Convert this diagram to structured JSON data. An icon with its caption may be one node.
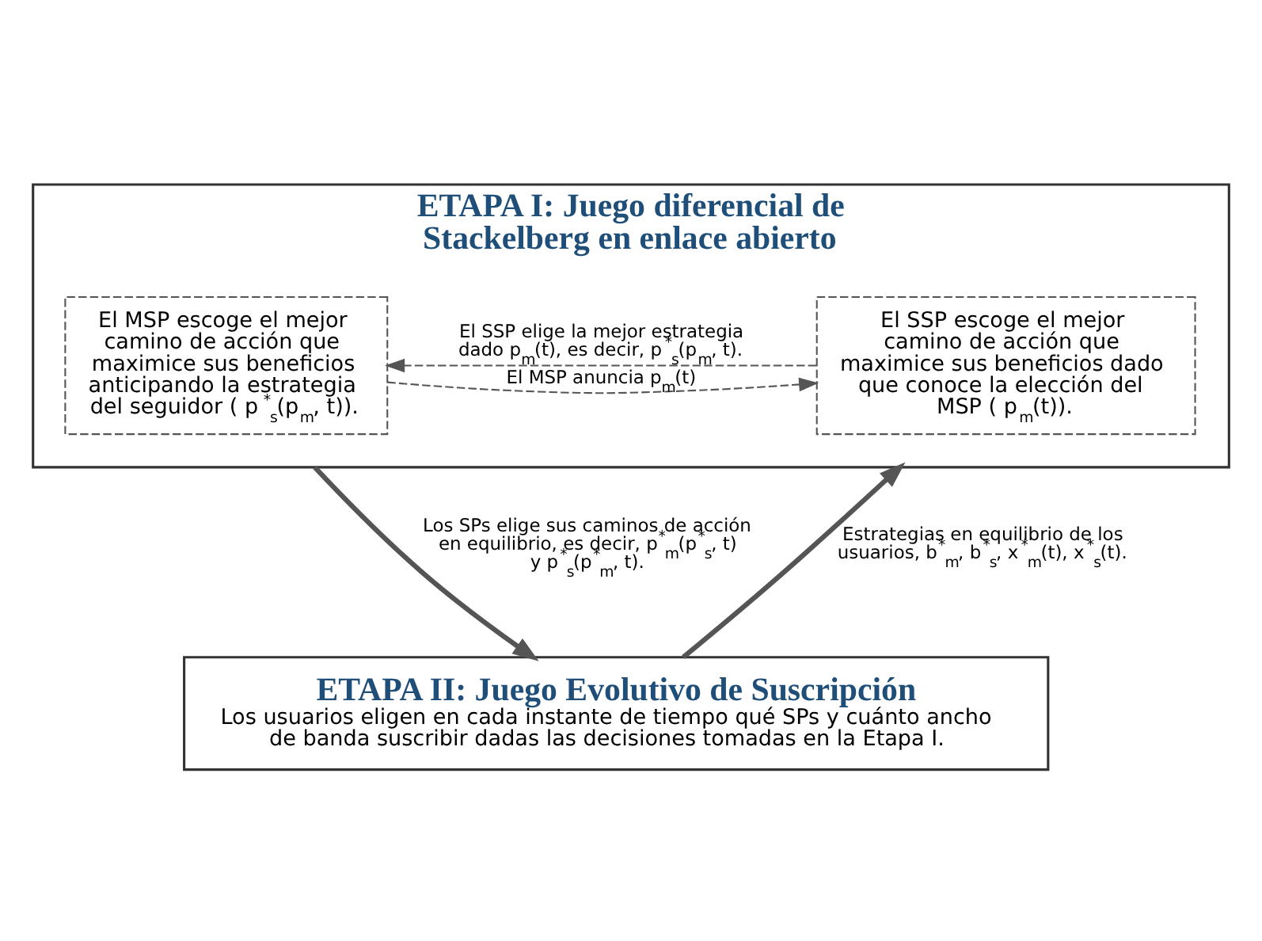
{
  "diagram": {
    "nodes": [
      {
        "text": [
          "ETAPA I: Juego diferencial de Stackelberg en enlace abierto"
        ]
      },
      {
        "text": [
          "El MSP escoge el mejor camino de acción que maximice sus beneficios anticipando la estrategia del seguidor ( p$^{*}$$_{s}$(p$_{m}$, t))."
        ],
        "in": 0
      },
      {
        "text": [
          "El SSP escoge el mejor camino de acción que maximice sus beneficios dado que conoce la elección del MSP ( p$_{m}$(t))."
        ],
        "in": 0
      },
      {
        "text": [
          "ETAPA II: Juego Evolutivo de Suscripción",
          "Los usuarios eligen en cada instante de tiempo qué SPs y cuánto ancho de banda suscribir dadas las decisiones tomadas en la Etapa I."
        ]
      }
    ],
    "edges": [
      {
        "from": 1,
        "to": 2,
        "arrow": "to",
        "style": "dashed",
        "label": "El MSP anuncia p$_{m}$(t)"
      },
      {
        "from": 2,
        "to": 1,
        "arrow": "to",
        "style": "dashed",
        "label": "El SSP elige la mejor estrategia dado p$_{m}$(t), es decir, p$^{*}$$_{s}$(p$_{m}$, t)."
      },
      {
        "from": 0,
        "to": 3,
        "arrow": "to",
        "style": "thick",
        "label": "Los SPs elige sus caminos de acción en equilibrio, es decir, p$^{*}$$_{m}$(p$^{*}$$_{s}$, t) y p$^{*}$$_{s}$(p$^{*}$$_{m}$, t)."
      },
      {
        "from": 3,
        "to": 0,
        "arrow": "to",
        "style": "thick",
        "label": "Estrategias en equilibrio de los usuarios, b$^{*}$$_{m}$, b$^{*}$$_{s}$, x$^{*}$$_{m}$(t), x$^{*}$$_{s}$(t)."
      }
    ]
  }
}
